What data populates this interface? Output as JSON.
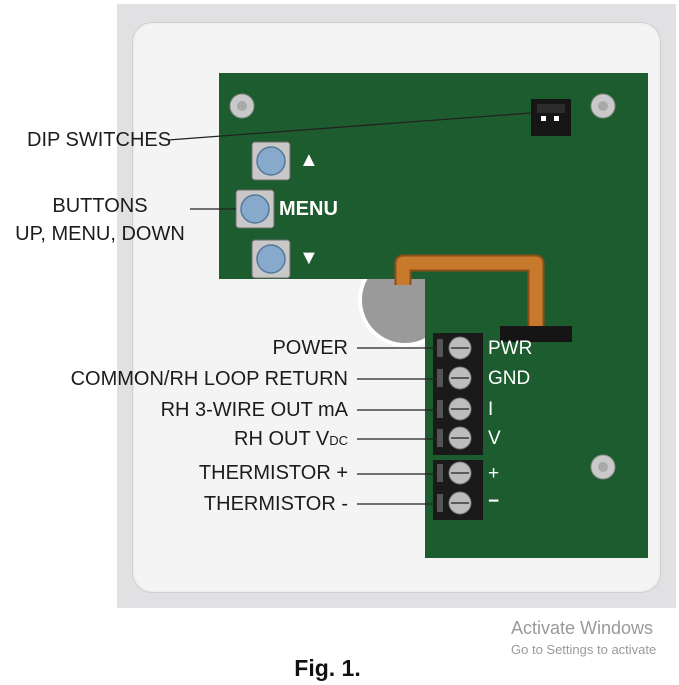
{
  "labels": {
    "dip_switches": "DIP SWITCHES",
    "buttons_line1": "BUTTONS",
    "buttons_line2": "UP, MENU, DOWN",
    "power": "POWER",
    "common_return": "COMMON/RH LOOP RETURN",
    "rh_3wire": "RH 3-WIRE OUT mA",
    "rh_out_vdc": "RH OUT V",
    "rh_out_vdc_sub": "DC",
    "thermistor_plus": "THERMISTOR +",
    "thermistor_minus": "THERMISTOR -"
  },
  "board": {
    "menu_label": "MENU",
    "up_glyph": "▲",
    "down_glyph": "▼",
    "terminals": [
      "PWR",
      "GND",
      "I",
      "V",
      "+",
      "−"
    ]
  },
  "caption": "Fig. 1.",
  "watermark": {
    "title": "Activate Windows",
    "subtitle": "Go to Settings to activate"
  },
  "colors": {
    "pcb_green": "#1d5c2f",
    "ribbon_orange": "#c77a2b",
    "button_blue": "#86a9cc",
    "terminal_black": "#1a1a1a"
  }
}
